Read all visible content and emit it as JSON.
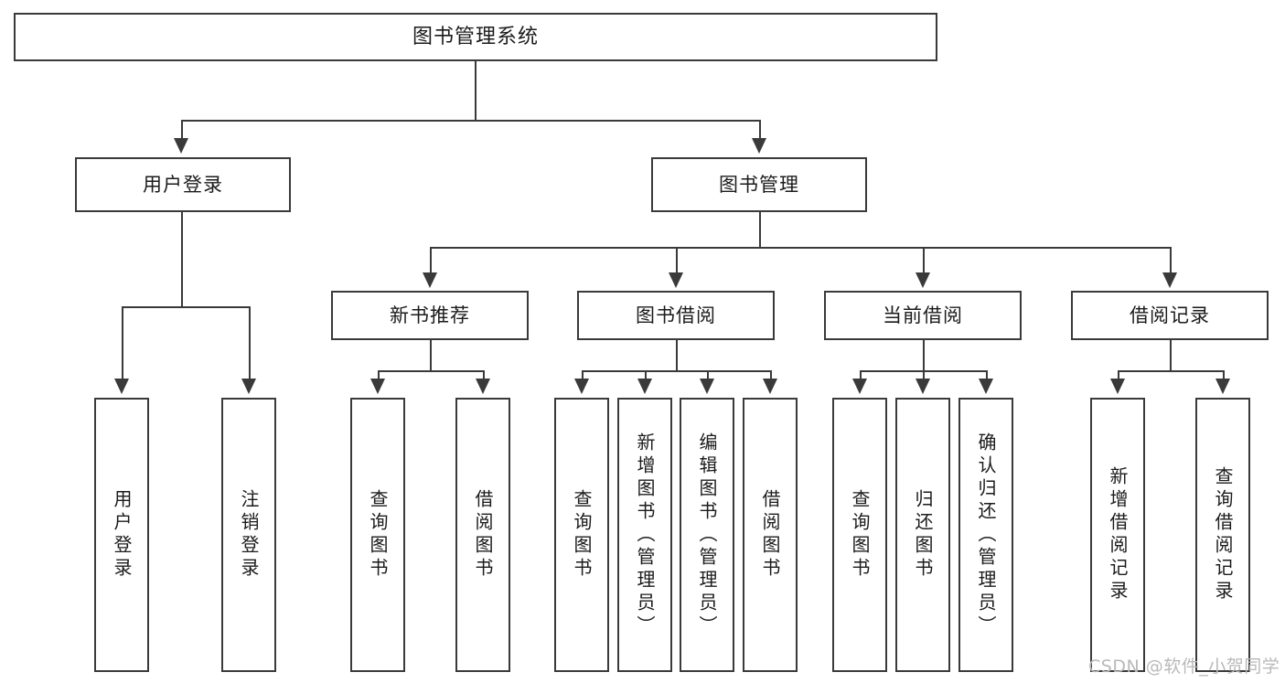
{
  "diagram": {
    "type": "tree",
    "title": "图书管理系统",
    "root": {
      "id": "root",
      "label": "图书管理系统",
      "orientation": "horizontal"
    },
    "level2": [
      {
        "id": "user-login",
        "label": "用户登录",
        "orientation": "horizontal"
      },
      {
        "id": "book-manage",
        "label": "图书管理",
        "orientation": "horizontal"
      }
    ],
    "level3": [
      {
        "id": "new-book-rec",
        "label": "新书推荐",
        "orientation": "horizontal",
        "parent": "book-manage"
      },
      {
        "id": "book-borrow",
        "label": "图书借阅",
        "orientation": "horizontal",
        "parent": "book-manage"
      },
      {
        "id": "current-borrow",
        "label": "当前借阅",
        "orientation": "horizontal",
        "parent": "book-manage"
      },
      {
        "id": "borrow-record",
        "label": "借阅记录",
        "orientation": "horizontal",
        "parent": "book-manage"
      }
    ],
    "leaves": {
      "user_login": [
        {
          "id": "leaf-user-login",
          "label": "用户登录"
        },
        {
          "id": "leaf-logout",
          "label": "注销登录"
        }
      ],
      "new_book_rec": [
        {
          "id": "leaf-query-book-1",
          "label": "查询图书"
        },
        {
          "id": "leaf-borrow-book-1",
          "label": "借阅图书"
        }
      ],
      "book_borrow": [
        {
          "id": "leaf-query-book-2",
          "label": "查询图书"
        },
        {
          "id": "leaf-add-book",
          "label": "新增图书（管理员）"
        },
        {
          "id": "leaf-edit-book",
          "label": "编辑图书（管理员）"
        },
        {
          "id": "leaf-borrow-book-2",
          "label": "借阅图书"
        }
      ],
      "current_borrow": [
        {
          "id": "leaf-query-book-3",
          "label": "查询图书"
        },
        {
          "id": "leaf-return-book",
          "label": "归还图书"
        },
        {
          "id": "leaf-confirm-return",
          "label": "确认归还（管理员）"
        }
      ],
      "borrow_record": [
        {
          "id": "leaf-add-record",
          "label": "新增借阅记录"
        },
        {
          "id": "leaf-query-record",
          "label": "查询借阅记录"
        }
      ]
    }
  },
  "watermark": {
    "text": "CSDN @软件_小贺同学"
  },
  "colors": {
    "stroke": "#3a3a3a",
    "fill": "#ffffff",
    "text": "#1b1b1b",
    "watermark": "#b9b9b9"
  }
}
